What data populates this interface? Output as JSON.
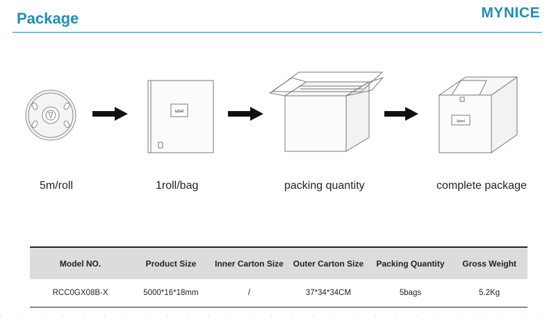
{
  "header": {
    "title": "Package",
    "logo": "MYNICE"
  },
  "illustrations": {
    "bag_label": "label",
    "box_label": "label"
  },
  "steps": [
    {
      "label": "5m/roll"
    },
    {
      "label": "1roll/bag"
    },
    {
      "label": "packing quantity"
    },
    {
      "label": "complete package"
    }
  ],
  "table": {
    "headers": [
      "Model NO.",
      "Product Size",
      "Inner Carton Size",
      "Outer Carton Size",
      "Packing Quantity",
      "Gross Weight"
    ],
    "rows": [
      [
        "RCC0GX08B-X",
        "5000*16*18mm",
        "/",
        "37*34*34CM",
        "5bags",
        "5.2Kg"
      ]
    ]
  },
  "colors": {
    "accent": "#1f8fb0",
    "header_bg": "#dcdcdc"
  }
}
